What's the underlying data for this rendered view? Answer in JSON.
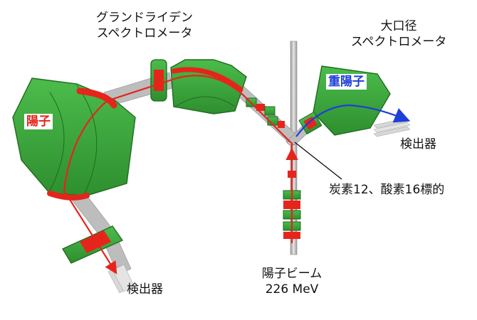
{
  "labels": {
    "grand_raiden_line1": "グランドライデン",
    "grand_raiden_line2": "スペクトロメータ",
    "large_aperture_line1": "大口径",
    "large_aperture_line2": "スペクトロメータ",
    "proton": "陽子",
    "deuteron": "重陽子",
    "detector_left": "検出器",
    "detector_right": "検出器",
    "target": "炭素12、酸素16標的",
    "beam_line1": "陽子ビーム",
    "beam_line2": "226 MeV"
  },
  "colors": {
    "magnet_green": "#3aa53a",
    "magnet_dark": "#1f6b1f",
    "coil_red": "#e5251b",
    "proton_path": "#e5251b",
    "deuteron_path": "#1e3fd9",
    "beam_pipe": "#c8c8c8"
  }
}
